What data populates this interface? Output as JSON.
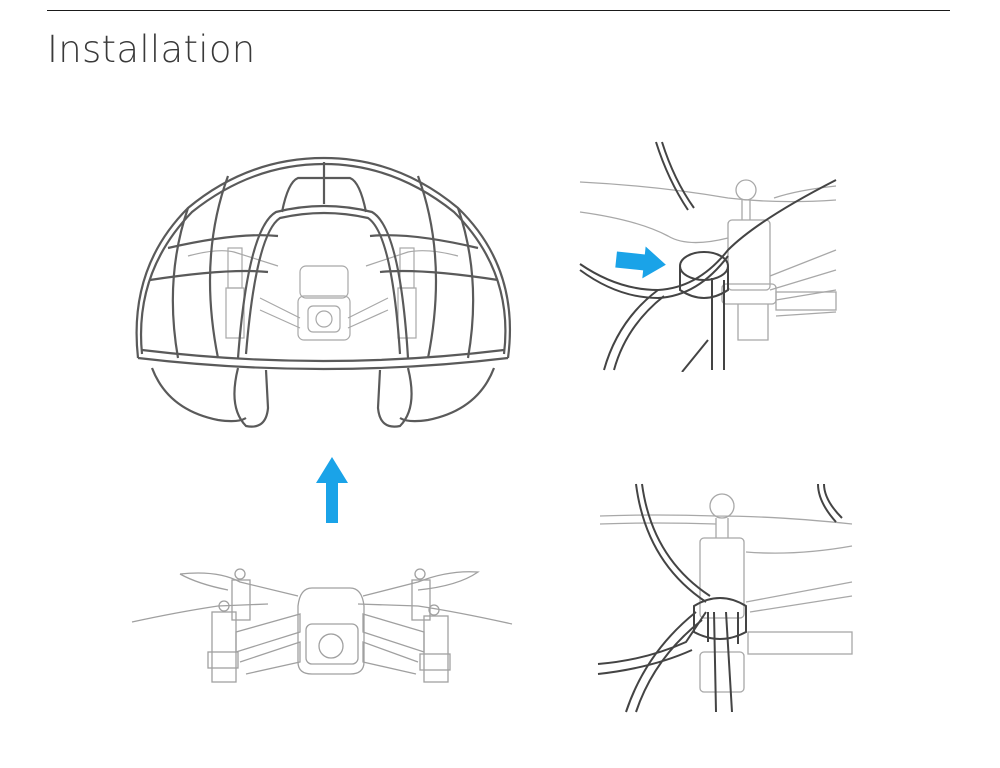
{
  "page": {
    "title": "Installation"
  },
  "figures": {
    "cage_assembled": {
      "label": "drone-in-cage"
    },
    "install_arrow": {
      "direction": "up",
      "color": "#1aa3e8"
    },
    "drone_bare": {
      "label": "drone-without-cage"
    },
    "clip_detail_before": {
      "label": "cage-clip-aligned",
      "arrow_color": "#1aa3e8"
    },
    "clip_detail_after": {
      "label": "cage-clip-attached"
    }
  },
  "colors": {
    "accent": "#1aa3e8",
    "line_dark": "#555555",
    "line_light": "#9a9a9a",
    "rule": "#1a1a1a"
  }
}
